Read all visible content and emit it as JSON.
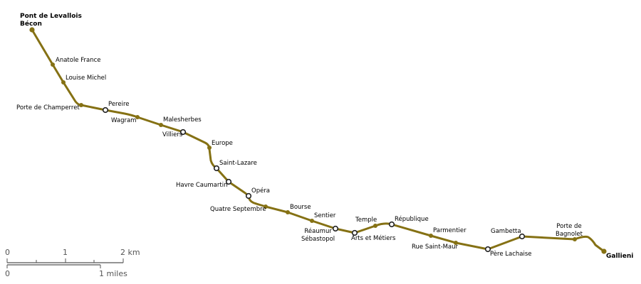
{
  "map": {
    "line_color": "#857114",
    "stations": [
      {
        "name": "Pont de Levallois\nBécon",
        "type": "terminus"
      },
      {
        "name": "Anatole France",
        "type": "stop"
      },
      {
        "name": "Louise Michel",
        "type": "stop"
      },
      {
        "name": "Porte de Champerret",
        "type": "stop"
      },
      {
        "name": "Pereire",
        "type": "interchange"
      },
      {
        "name": "Wagram",
        "type": "stop"
      },
      {
        "name": "Malesherbes",
        "type": "stop"
      },
      {
        "name": "Villiers",
        "type": "interchange"
      },
      {
        "name": "Europe",
        "type": "stop"
      },
      {
        "name": "Saint-Lazare",
        "type": "interchange"
      },
      {
        "name": "Havre Caumartin",
        "type": "interchange"
      },
      {
        "name": "Opéra",
        "type": "interchange"
      },
      {
        "name": "Quatre Septembre",
        "type": "stop"
      },
      {
        "name": "Bourse",
        "type": "stop"
      },
      {
        "name": "Sentier",
        "type": "stop"
      },
      {
        "name": "Réaumur\nSébastopol",
        "type": "interchange"
      },
      {
        "name": "Arts et Métiers",
        "type": "interchange"
      },
      {
        "name": "Temple",
        "type": "stop"
      },
      {
        "name": "République",
        "type": "interchange"
      },
      {
        "name": "Parmentier",
        "type": "stop"
      },
      {
        "name": "Rue Saint-Maur",
        "type": "stop"
      },
      {
        "name": "Père Lachaise",
        "type": "interchange"
      },
      {
        "name": "Gambetta",
        "type": "interchange"
      },
      {
        "name": "Porte de\nBagnolet",
        "type": "stop"
      },
      {
        "name": "Gallieni",
        "type": "terminus"
      }
    ]
  },
  "scale": {
    "km_ticks": [
      "0",
      "1",
      "2 km"
    ],
    "mi_ticks": [
      "0",
      "1 miles"
    ]
  }
}
